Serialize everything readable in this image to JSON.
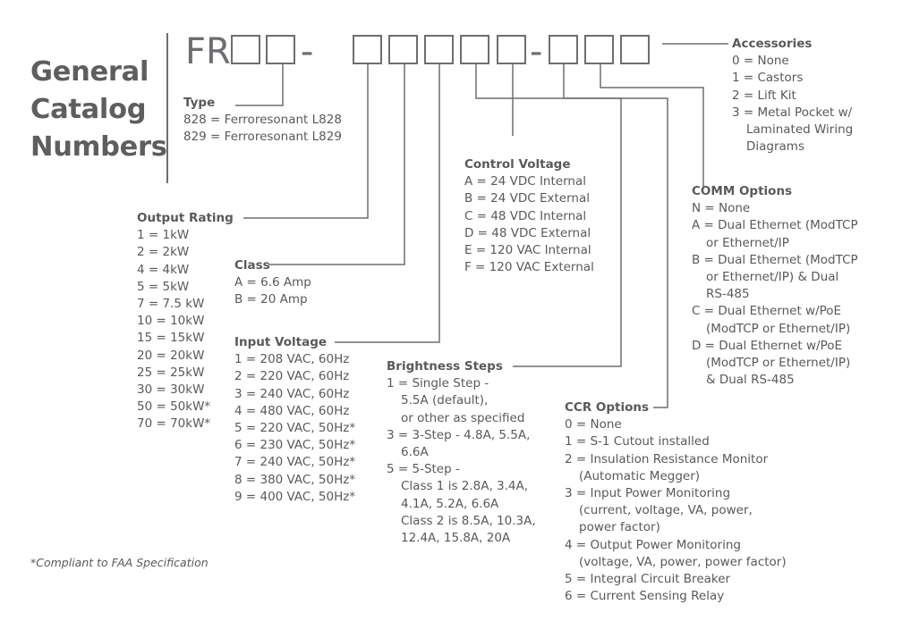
{
  "title_lines": [
    "General",
    "Catalog",
    "Numbers"
  ],
  "code": {
    "prefix": "FR",
    "separator": "-",
    "groups": [
      2,
      5,
      3
    ]
  },
  "footnote": "*Compliant to FAA Specification",
  "sections": {
    "type": {
      "title": "Type",
      "lines": [
        {
          "text": "828 = Ferroresonant L828",
          "cont": false
        },
        {
          "text": "829 = Ferroresonant L829",
          "cont": false
        }
      ]
    },
    "output_rating": {
      "title": "Output Rating",
      "lines": [
        {
          "text": "1 = 1kW",
          "cont": false
        },
        {
          "text": "2 = 2kW",
          "cont": false
        },
        {
          "text": "4 = 4kW",
          "cont": false
        },
        {
          "text": "5 = 5kW",
          "cont": false
        },
        {
          "text": "7 = 7.5 kW",
          "cont": false
        },
        {
          "text": "10 = 10kW",
          "cont": false
        },
        {
          "text": "15 = 15kW",
          "cont": false
        },
        {
          "text": "20 = 20kW",
          "cont": false
        },
        {
          "text": "25 = 25kW",
          "cont": false
        },
        {
          "text": "30 = 30kW",
          "cont": false
        },
        {
          "text": "50 = 50kW*",
          "cont": false
        },
        {
          "text": "70 = 70kW*",
          "cont": false
        }
      ]
    },
    "class": {
      "title": "Class",
      "lines": [
        {
          "text": "A = 6.6 Amp",
          "cont": false
        },
        {
          "text": "B = 20 Amp",
          "cont": false
        }
      ]
    },
    "input_voltage": {
      "title": "Input Voltage",
      "lines": [
        {
          "text": "1 = 208 VAC, 60Hz",
          "cont": false
        },
        {
          "text": "2 = 220 VAC, 60Hz",
          "cont": false
        },
        {
          "text": "3 = 240 VAC, 60Hz",
          "cont": false
        },
        {
          "text": "4 = 480 VAC, 60Hz",
          "cont": false
        },
        {
          "text": "5 = 220 VAC, 50Hz*",
          "cont": false
        },
        {
          "text": "6 = 230 VAC, 50Hz*",
          "cont": false
        },
        {
          "text": "7 = 240 VAC, 50Hz*",
          "cont": false
        },
        {
          "text": "8 = 380 VAC, 50Hz*",
          "cont": false
        },
        {
          "text": "9 = 400 VAC, 50Hz*",
          "cont": false
        }
      ]
    },
    "control_voltage": {
      "title": "Control Voltage",
      "lines": [
        {
          "text": "A = 24 VDC Internal",
          "cont": false
        },
        {
          "text": "B = 24 VDC External",
          "cont": false
        },
        {
          "text": "C = 48 VDC Internal",
          "cont": false
        },
        {
          "text": "D = 48 VDC External",
          "cont": false
        },
        {
          "text": "E = 120 VAC Internal",
          "cont": false
        },
        {
          "text": "F = 120 VAC External",
          "cont": false
        }
      ]
    },
    "brightness_steps": {
      "title": "Brightness Steps",
      "lines": [
        {
          "text": "1 = Single Step -",
          "cont": false
        },
        {
          "text": "5.5A (default),",
          "cont": true
        },
        {
          "text": "or other as specified",
          "cont": true
        },
        {
          "text": "3 = 3-Step - 4.8A, 5.5A,",
          "cont": false
        },
        {
          "text": "6.6A",
          "cont": true
        },
        {
          "text": "5 = 5-Step -",
          "cont": false
        },
        {
          "text": "Class 1 is 2.8A, 3.4A,",
          "cont": true
        },
        {
          "text": "4.1A, 5.2A, 6.6A",
          "cont": true
        },
        {
          "text": "Class 2 is 8.5A, 10.3A,",
          "cont": true
        },
        {
          "text": "12.4A, 15.8A, 20A",
          "cont": true
        }
      ]
    },
    "ccr_options": {
      "title": "CCR Options",
      "lines": [
        {
          "text": "0 = None",
          "cont": false
        },
        {
          "text": "1 = S-1 Cutout installed",
          "cont": false
        },
        {
          "text": "2 = Insulation Resistance Monitor",
          "cont": false
        },
        {
          "text": "(Automatic Megger)",
          "cont": true
        },
        {
          "text": "3 = Input Power Monitoring",
          "cont": false
        },
        {
          "text": "(current, voltage, VA, power,",
          "cont": true
        },
        {
          "text": "power factor)",
          "cont": true
        },
        {
          "text": "4 = Output Power Monitoring",
          "cont": false
        },
        {
          "text": "(voltage, VA, power, power factor)",
          "cont": true
        },
        {
          "text": "5 = Integral Circuit Breaker",
          "cont": false
        },
        {
          "text": "6 = Current Sensing Relay",
          "cont": false
        }
      ]
    },
    "comm_options": {
      "title": "COMM Options",
      "lines": [
        {
          "text": "N = None",
          "cont": false
        },
        {
          "text": "A = Dual Ethernet (ModTCP",
          "cont": false
        },
        {
          "text": "or Ethernet/IP",
          "cont": true
        },
        {
          "text": "B = Dual Ethernet (ModTCP",
          "cont": false
        },
        {
          "text": "or Ethernet/IP) & Dual",
          "cont": true
        },
        {
          "text": "RS-485",
          "cont": true
        },
        {
          "text": "C = Dual Ethernet w/PoE",
          "cont": false
        },
        {
          "text": "(ModTCP or Ethernet/IP)",
          "cont": true
        },
        {
          "text": "D = Dual Ethernet w/PoE",
          "cont": false
        },
        {
          "text": "(ModTCP or Ethernet/IP)",
          "cont": true
        },
        {
          "text": "& Dual RS-485",
          "cont": true
        }
      ]
    },
    "accessories": {
      "title": "Accessories",
      "lines": [
        {
          "text": "0 = None",
          "cont": false
        },
        {
          "text": "1 = Castors",
          "cont": false
        },
        {
          "text": "2 = Lift Kit",
          "cont": false
        },
        {
          "text": "3 = Metal Pocket w/",
          "cont": false
        },
        {
          "text": "Laminated Wiring",
          "cont": true
        },
        {
          "text": "Diagrams",
          "cont": true
        }
      ]
    }
  }
}
